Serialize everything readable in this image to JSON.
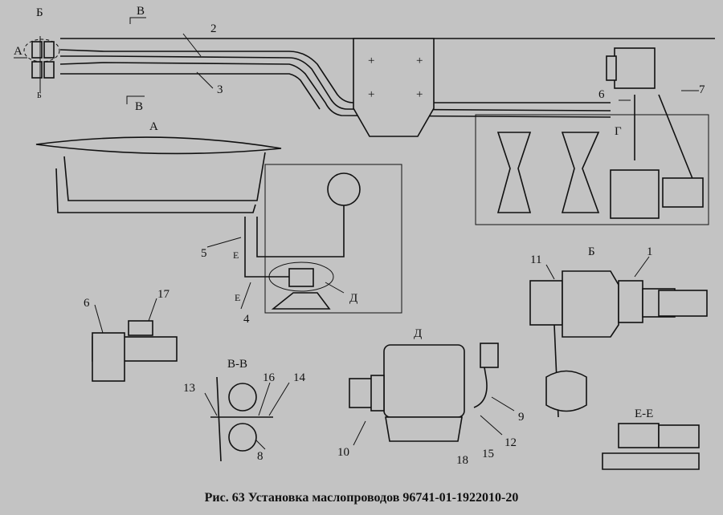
{
  "caption": "Рис. 63 Установка маслопроводов 96741-01-1922010-20",
  "labels": {
    "b_top": "Б",
    "v_top": "В",
    "a_arrow": "А",
    "n2": "2",
    "n3": "3",
    "v_bottom": "В",
    "b_small": "Б",
    "n6_top": "6",
    "n7": "7",
    "g": "Г",
    "a_view": "А",
    "n5": "5",
    "e_up": "Е",
    "e_down": "Е",
    "n4": "4",
    "d_ref": "Д",
    "n11": "11",
    "b_view": "Б",
    "n1": "1",
    "n6_detail": "6",
    "n17": "17",
    "vv": "В-В",
    "n13": "13",
    "n16": "16",
    "n14": "14",
    "n8": "8",
    "d_view": "Д",
    "n10": "10",
    "n18": "18",
    "n15": "15",
    "n12": "12",
    "n9": "9",
    "ee": "Е-Е"
  }
}
